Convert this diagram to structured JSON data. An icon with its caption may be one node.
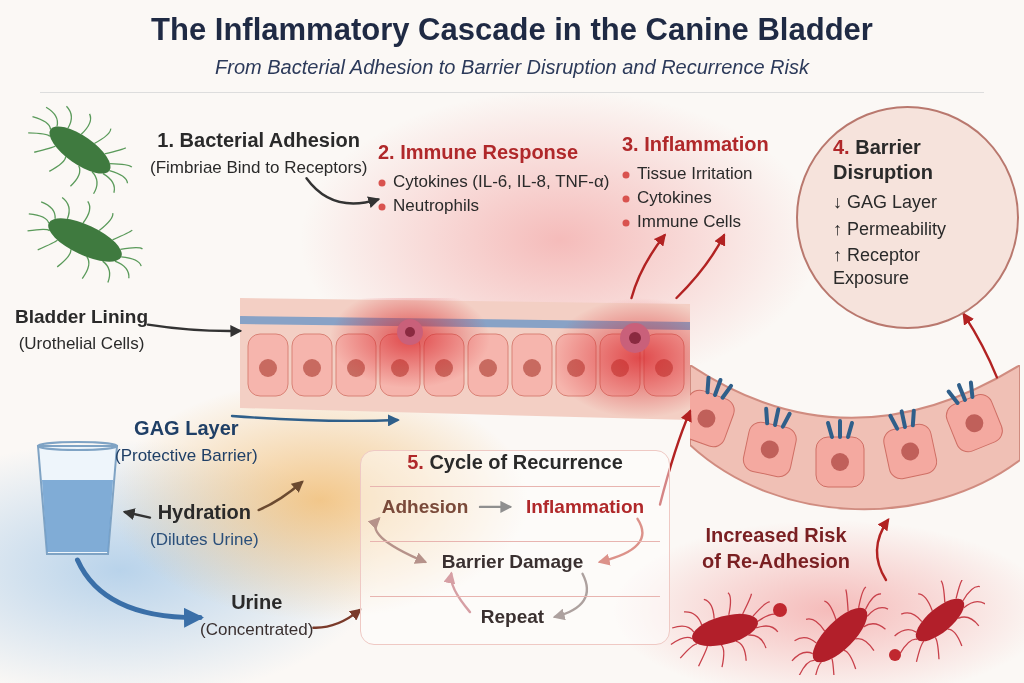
{
  "diagram": {
    "title": "The Inflammatory Cascade in the Canine Bladder",
    "caption": "From Bacterial Adhesion to Barrier Disruption and Recurrence Risk",
    "nodes": [
      {
        "text": [
          "1. Bacterial Adhesion",
          "(Fimbriae Bind to Receptors)"
        ]
      },
      {
        "text": [
          "2. Immune Response",
          "Cytokines (IL-6, IL-8, TNF-α)",
          "Neutrophils"
        ]
      },
      {
        "text": [
          "3. Inflammation",
          "Tissue Irritation",
          "Cytokines",
          "Immune Cells"
        ]
      },
      {
        "text": [
          "4. Barrier Disruption",
          "↓ GAG Layer",
          "↑ Permeability",
          "↑ Receptor Exposure"
        ]
      },
      {
        "text": [
          "Bladder Lining",
          "(Urothelial Cells)"
        ]
      },
      {
        "text": [],
        "shape": "picture"
      },
      {
        "text": [],
        "shape": "picture"
      },
      {
        "text": [
          "GAG Layer",
          "(Protective Barrier)"
        ]
      },
      {
        "text": [],
        "shape": "picture"
      },
      {
        "text": [
          "Hydration",
          "(Dilutes Urine)"
        ]
      },
      {
        "text": [
          "Urine",
          "(Concentrated)"
        ]
      },
      {
        "text": [
          "5. Cycle of Recurrence"
        ]
      },
      {
        "text": [
          "Adhesion"
        ],
        "in": 11
      },
      {
        "text": [
          "Inflammation"
        ],
        "in": 11
      },
      {
        "text": [
          "Barrier Damage"
        ],
        "in": 11
      },
      {
        "text": [
          "Repeat"
        ],
        "in": 11
      },
      {
        "text": [],
        "shape": "picture"
      }
    ],
    "edges": [
      {
        "from": 0,
        "to": 1,
        "arrow": "to",
        "color": "#333333"
      },
      {
        "from": 4,
        "to": 5,
        "arrow": "to",
        "color": "#333333"
      },
      {
        "from": 7,
        "to": 5,
        "arrow": "to",
        "color": "#2f5f8a"
      },
      {
        "from": 9,
        "to": 8,
        "arrow": "to",
        "color": "#333333"
      },
      {
        "from": 9,
        "to": null,
        "arrow": "to",
        "color": "#6b4a30"
      },
      {
        "from": 8,
        "to": 10,
        "arrow": "to",
        "style": "thick",
        "color": "#3a6fa8"
      },
      {
        "from": 10,
        "to": 11,
        "arrow": "to",
        "color": "#7a3a2a"
      },
      {
        "from": 12,
        "to": 13,
        "arrow": "to",
        "color": "#333333"
      },
      {
        "from": 13,
        "to": 14,
        "arrow": "to",
        "color": "#c0392b"
      },
      {
        "from": 14,
        "to": 15,
        "arrow": "to",
        "color": "#6b5550"
      },
      {
        "from": 15,
        "to": 14,
        "arrow": "to",
        "color": "#b5505a"
      },
      {
        "from": 12,
        "to": 14,
        "arrow": "both",
        "color": "#7a3a2a"
      },
      {
        "from": 13,
        "to": 6,
        "arrow": "to",
        "color": "#b22222"
      },
      {
        "from": 16,
        "to": 6,
        "arrow": "to",
        "color": "#b22222"
      },
      {
        "from": 6,
        "to": 3,
        "arrow": "to",
        "color": "#b22222"
      },
      {
        "from": 5,
        "to": 2,
        "arrow": "to",
        "color": "#b22222"
      },
      {
        "from": 5,
        "to": 2,
        "arrow": "to",
        "color": "#b22222"
      }
    ],
    "labels": [
      "Increased Risk of Re-Adhesion"
    ]
  }
}
